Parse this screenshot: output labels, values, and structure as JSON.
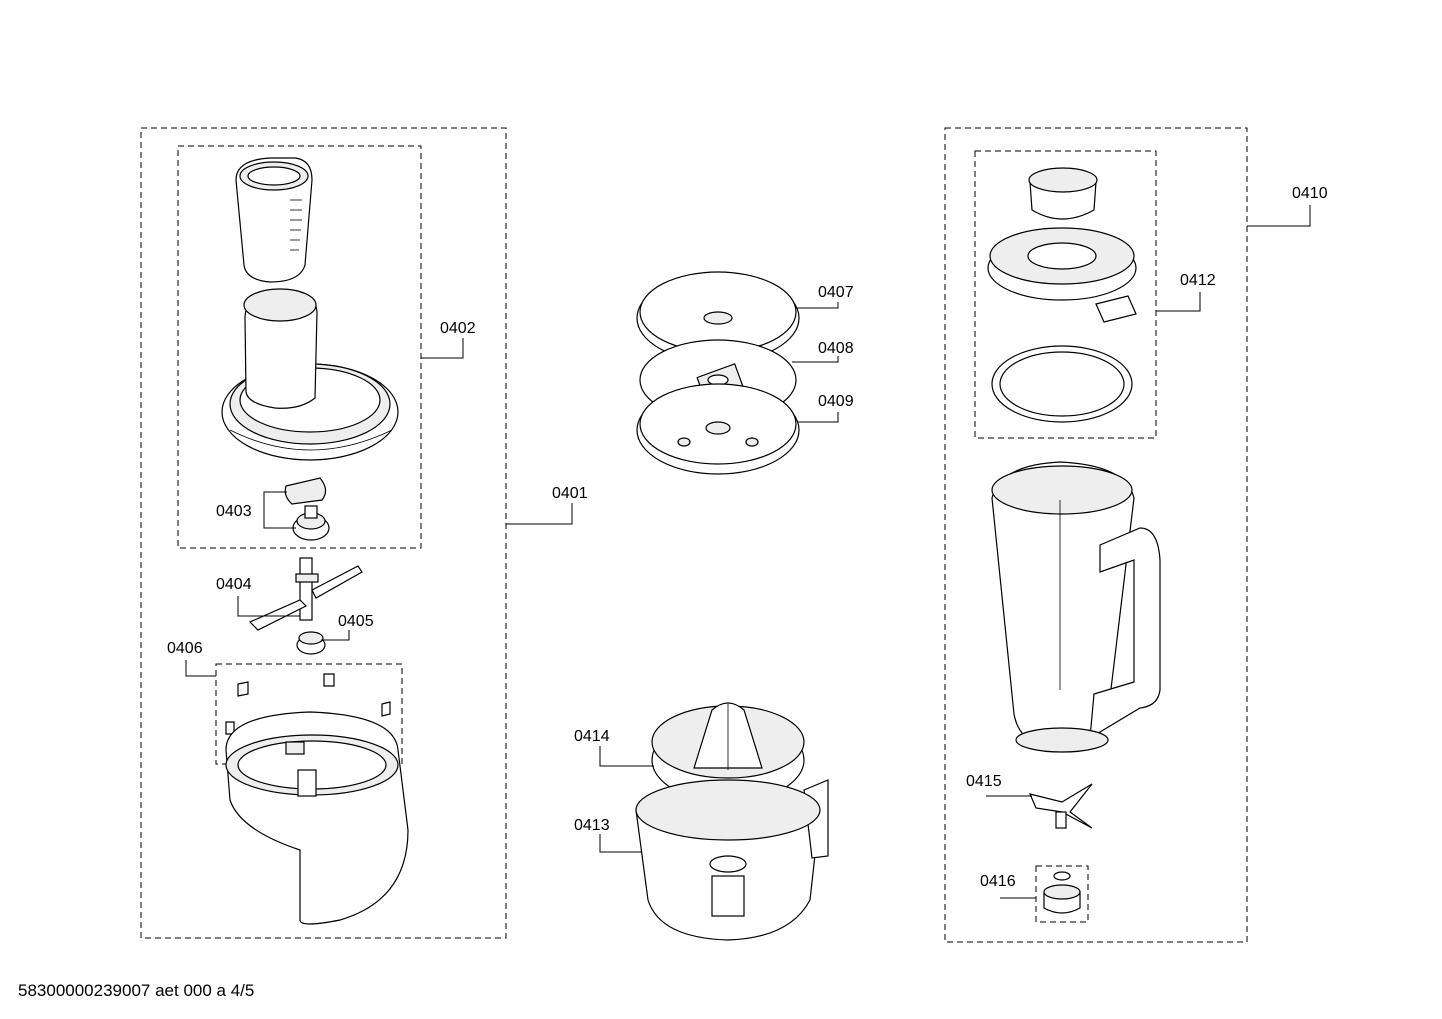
{
  "labels": {
    "p0401": "0401",
    "p0402": "0402",
    "p0403": "0403",
    "p0404": "0404",
    "p0405": "0405",
    "p0406": "0406",
    "p0407": "0407",
    "p0408": "0408",
    "p0409": "0409",
    "p0410": "0410",
    "p0412": "0412",
    "p0413": "0413",
    "p0414": "0414",
    "p0415": "0415",
    "p0416": "0416"
  },
  "footer": "58300000239007 aet 000 a 4/5"
}
